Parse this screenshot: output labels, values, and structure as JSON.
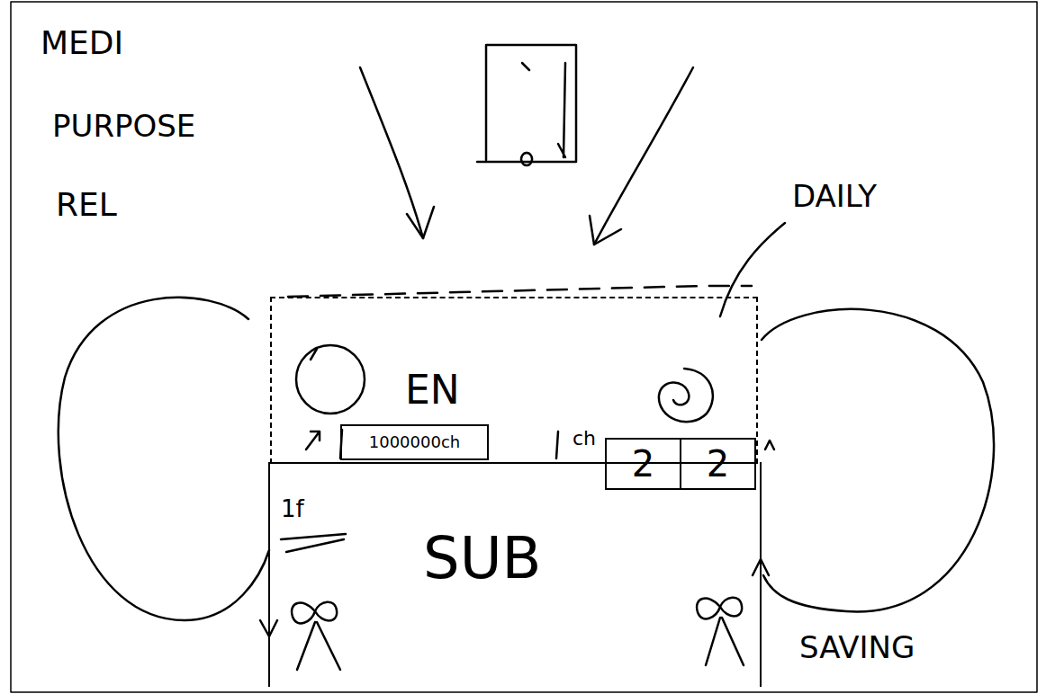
{
  "diagram": {
    "nodes": [
      {
        "text": [
          "EN"
        ]
      },
      {
        "text": [
          "1000000ch"
        ],
        "in": 0
      },
      {
        "text": [
          "2"
        ],
        "in": 0
      },
      {
        "text": [
          "2"
        ],
        "in": 0
      },
      {
        "text": [
          "SUB"
        ]
      }
    ],
    "labels": [
      "MEDI",
      "PURPOSE",
      "REL",
      "DAILY",
      "ch",
      "1f",
      "SAVING"
    ]
  }
}
